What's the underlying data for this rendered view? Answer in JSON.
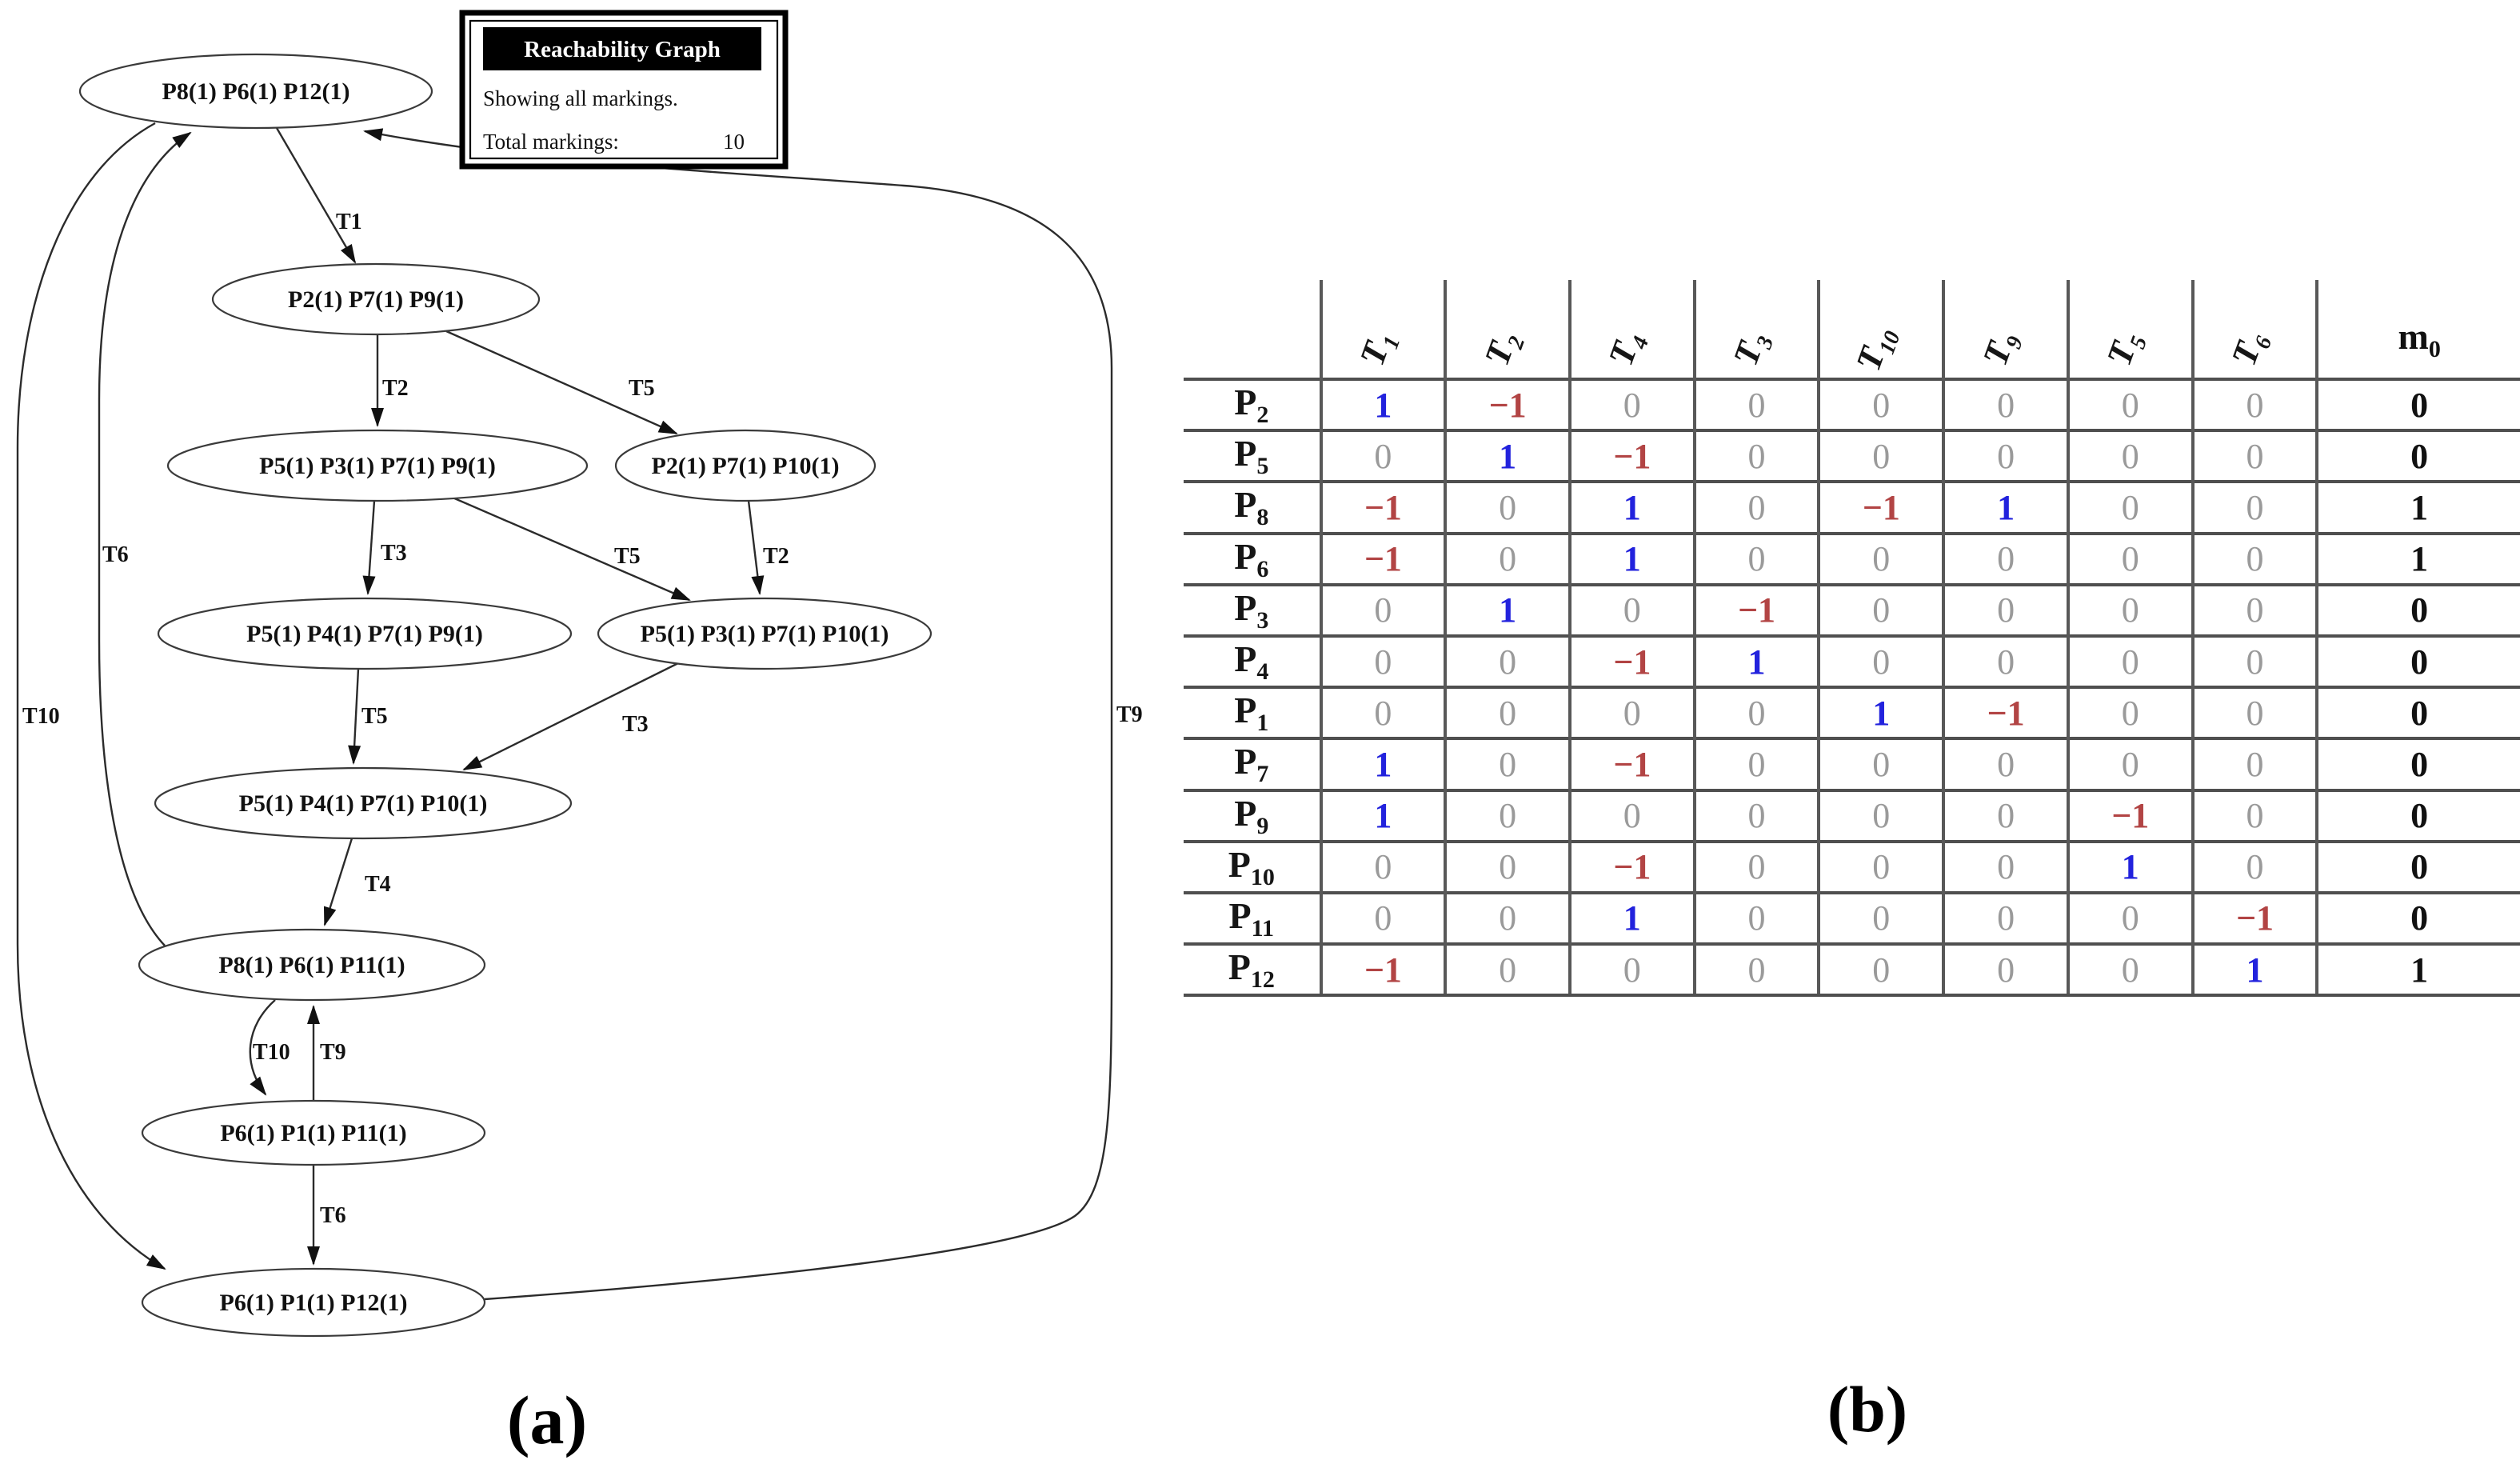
{
  "figure": {
    "caption_a": "(a)",
    "caption_b": "(b)"
  },
  "legend": {
    "title": "Reachability Graph",
    "line1": "Showing all markings.",
    "line2_label": "Total markings:",
    "line2_value": "10"
  },
  "graph": {
    "nodes": [
      {
        "label": "P8(1) P6(1) P12(1)"
      },
      {
        "label": "P2(1) P7(1) P9(1)"
      },
      {
        "label": "P5(1) P3(1) P7(1) P9(1)"
      },
      {
        "label": "P2(1) P7(1) P10(1)"
      },
      {
        "label": "P5(1) P4(1) P7(1) P9(1)"
      },
      {
        "label": "P5(1) P3(1) P7(1) P10(1)"
      },
      {
        "label": "P5(1) P4(1) P7(1) P10(1)"
      },
      {
        "label": "P8(1) P6(1) P11(1)"
      },
      {
        "label": "P6(1) P1(1) P11(1)"
      },
      {
        "label": "P6(1) P1(1) P12(1)"
      }
    ],
    "edges": [
      {
        "label": "T1",
        "from": 0,
        "to": 1
      },
      {
        "label": "T2",
        "from": 1,
        "to": 2
      },
      {
        "label": "T5",
        "from": 1,
        "to": 3
      },
      {
        "label": "T3",
        "from": 2,
        "to": 4
      },
      {
        "label": "T5",
        "from": 2,
        "to": 5
      },
      {
        "label": "T2",
        "from": 3,
        "to": 5
      },
      {
        "label": "T5",
        "from": 4,
        "to": 6
      },
      {
        "label": "T3",
        "from": 5,
        "to": 6
      },
      {
        "label": "T4",
        "from": 6,
        "to": 7
      },
      {
        "label": "T10",
        "from": 7,
        "to": 8
      },
      {
        "label": "T9",
        "from": 8,
        "to": 7
      },
      {
        "label": "T6",
        "from": 8,
        "to": 9
      },
      {
        "label": "T6",
        "from": 7,
        "to": 0
      },
      {
        "label": "T10",
        "from": 0,
        "to": 9
      },
      {
        "label": "T9",
        "from": 9,
        "to": 0
      }
    ]
  },
  "table": {
    "columns": [
      "T1",
      "T2",
      "T4",
      "T3",
      "T10",
      "T9",
      "T5",
      "T6"
    ],
    "m0_header": "m0",
    "rows": [
      {
        "place": "P2",
        "values": [
          1,
          -1,
          0,
          0,
          0,
          0,
          0,
          0
        ],
        "m0": 0
      },
      {
        "place": "P5",
        "values": [
          0,
          1,
          -1,
          0,
          0,
          0,
          0,
          0
        ],
        "m0": 0
      },
      {
        "place": "P8",
        "values": [
          -1,
          0,
          1,
          0,
          -1,
          1,
          0,
          0
        ],
        "m0": 1
      },
      {
        "place": "P6",
        "values": [
          -1,
          0,
          1,
          0,
          0,
          0,
          0,
          0
        ],
        "m0": 1
      },
      {
        "place": "P3",
        "values": [
          0,
          1,
          0,
          -1,
          0,
          0,
          0,
          0
        ],
        "m0": 0
      },
      {
        "place": "P4",
        "values": [
          0,
          0,
          -1,
          1,
          0,
          0,
          0,
          0
        ],
        "m0": 0
      },
      {
        "place": "P1",
        "values": [
          0,
          0,
          0,
          0,
          1,
          -1,
          0,
          0
        ],
        "m0": 0
      },
      {
        "place": "P7",
        "values": [
          1,
          0,
          -1,
          0,
          0,
          0,
          0,
          0
        ],
        "m0": 0
      },
      {
        "place": "P9",
        "values": [
          1,
          0,
          0,
          0,
          0,
          0,
          -1,
          0
        ],
        "m0": 0
      },
      {
        "place": "P10",
        "values": [
          0,
          0,
          -1,
          0,
          0,
          0,
          1,
          0
        ],
        "m0": 0
      },
      {
        "place": "P11",
        "values": [
          0,
          0,
          1,
          0,
          0,
          0,
          0,
          -1
        ],
        "m0": 0
      },
      {
        "place": "P12",
        "values": [
          -1,
          0,
          0,
          0,
          0,
          0,
          0,
          1
        ],
        "m0": 1
      }
    ],
    "colors": {
      "positive": "#2222dd",
      "negative": "#b24444",
      "zero": "#9a9a9a"
    }
  }
}
